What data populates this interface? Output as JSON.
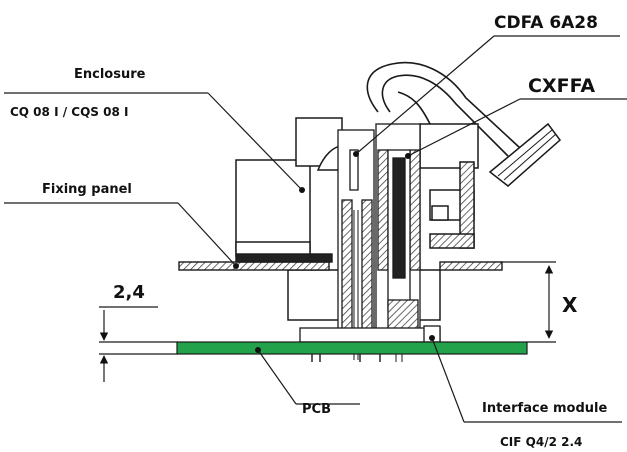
{
  "labels": {
    "cdfa": "CDFA 6A28",
    "cxffa": "CXFFA",
    "enclosure": "Enclosure",
    "enclosure_types": "CQ 08 I / CQS 08 I",
    "fixing_panel": "Fixing panel",
    "dim_value": "2,4",
    "x_dim": "X",
    "pcb": "PCB",
    "interface_module": "Interface module",
    "interface_type": "CIF Q4/2 2.4"
  },
  "colors": {
    "pcb": "#22a24a",
    "line": "#1a1a1a",
    "part_fill": "#ffffff",
    "dark_part": "#222222",
    "hatch": "#555555"
  }
}
